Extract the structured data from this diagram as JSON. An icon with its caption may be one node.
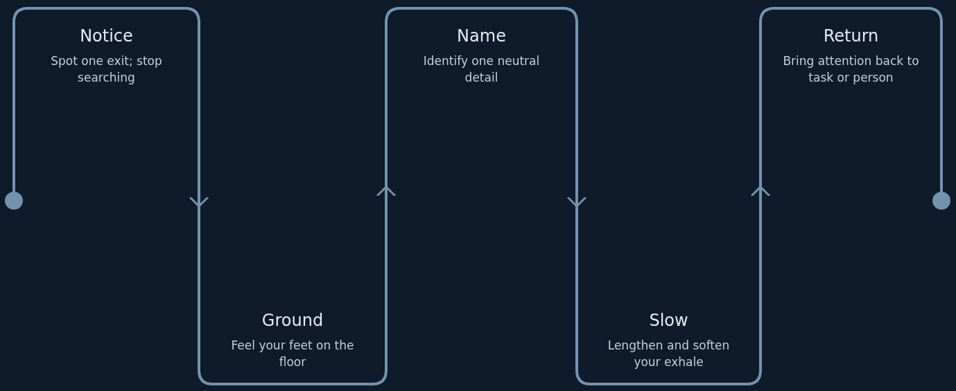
{
  "diagram": {
    "nodes": [
      {
        "text": [],
        "shape": "circle"
      },
      {
        "text": [
          "Notice",
          "Spot one exit; stop searching"
        ]
      },
      {
        "text": [
          "Ground",
          "Feel your feet on the floor"
        ]
      },
      {
        "text": [
          "Name",
          "Identify one neutral detail"
        ]
      },
      {
        "text": [
          "Slow",
          "Lengthen and soften your exhale"
        ]
      },
      {
        "text": [
          "Return",
          "Bring attention back to task or person"
        ]
      },
      {
        "text": [],
        "shape": "circle"
      }
    ],
    "edges": [
      {
        "from": 0,
        "to": 1,
        "arrow": "none"
      },
      {
        "from": 1,
        "to": 2,
        "arrow": "to"
      },
      {
        "from": 2,
        "to": 3,
        "arrow": "to"
      },
      {
        "from": 3,
        "to": 4,
        "arrow": "to"
      },
      {
        "from": 4,
        "to": 5,
        "arrow": "to"
      },
      {
        "from": 5,
        "to": 6,
        "arrow": "none"
      }
    ]
  }
}
